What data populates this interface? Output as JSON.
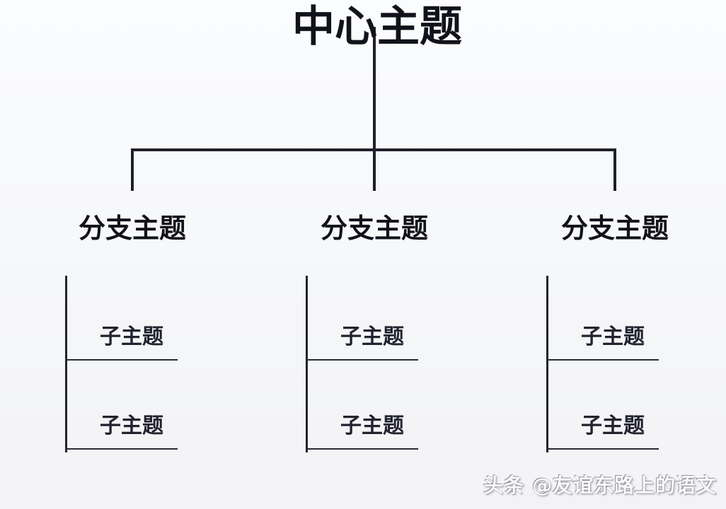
{
  "page": {
    "background": "#f6f7f9"
  },
  "colors": {
    "line": "#1f1f2a",
    "title_text": "#12121a",
    "subtopic_text": "#232330",
    "watermark_gray": "#8f8f99"
  },
  "diagram": {
    "central_topic": {
      "label": "中心主题"
    },
    "branches": [
      {
        "label": "分支主题",
        "subtopics": [
          "子主题",
          "子主题"
        ]
      },
      {
        "label": "分支主题",
        "subtopics": [
          "子主题",
          "子主题"
        ]
      },
      {
        "label": "分支主题",
        "subtopics": [
          "子主题",
          "子主题"
        ]
      }
    ]
  },
  "watermark": {
    "text": "头条 @友谊东路上的语文"
  }
}
